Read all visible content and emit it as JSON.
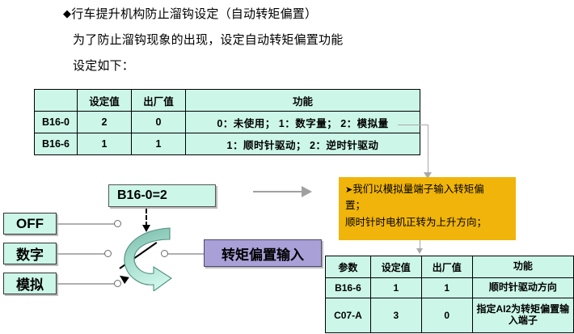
{
  "document": {
    "heading_lines": [
      {
        "bullet": "◆",
        "text": "行车提升机构防止溜钩设定（自动转矩偏置）"
      },
      {
        "bullet": "",
        "text": "为了防止溜钩现象的出现，设定自动转矩偏置功能"
      },
      {
        "bullet": "",
        "text": "设定如下："
      }
    ]
  },
  "table_main": {
    "headers": [
      "",
      "设定值",
      "出厂值",
      "功能"
    ],
    "rows": [
      {
        "param": "B16-0",
        "set_value": "2",
        "factory_value": "0",
        "function": "0：未使用；  1：数字量；  2：模拟量"
      },
      {
        "param": "B16-6",
        "set_value": "1",
        "factory_value": "1",
        "function": "1：顺时针驱动；    2：逆时针驱动"
      }
    ]
  },
  "diagram": {
    "setting_label": "B16-0=2",
    "sources": [
      {
        "label": "OFF"
      },
      {
        "label": "数字"
      },
      {
        "label": "模拟"
      }
    ],
    "output_label": "转矩偏置输入"
  },
  "callout": {
    "bullet": "➤",
    "line1": "我们以模拟量端子输入转矩偏",
    "line2": "置；",
    "line3": "顺时针时电机正转为上升方向；",
    "color": "#f0b40a"
  },
  "table_params": {
    "headers": [
      "参数",
      "设定值",
      "出厂值",
      "功能"
    ],
    "rows": [
      {
        "param": "B16-6",
        "set_value": "1",
        "factory_value": "1",
        "function": "顺时针驱动方向"
      },
      {
        "param": "C07-A",
        "set_value": "3",
        "factory_value": "0",
        "function": "指定AI2为转矩偏置输入端子"
      }
    ]
  },
  "colors": {
    "table_fill": "#ccf7e8",
    "callout_fill": "#f0b40a",
    "output_fill": "#a9a0d8",
    "connector": "#a9a9a9"
  }
}
